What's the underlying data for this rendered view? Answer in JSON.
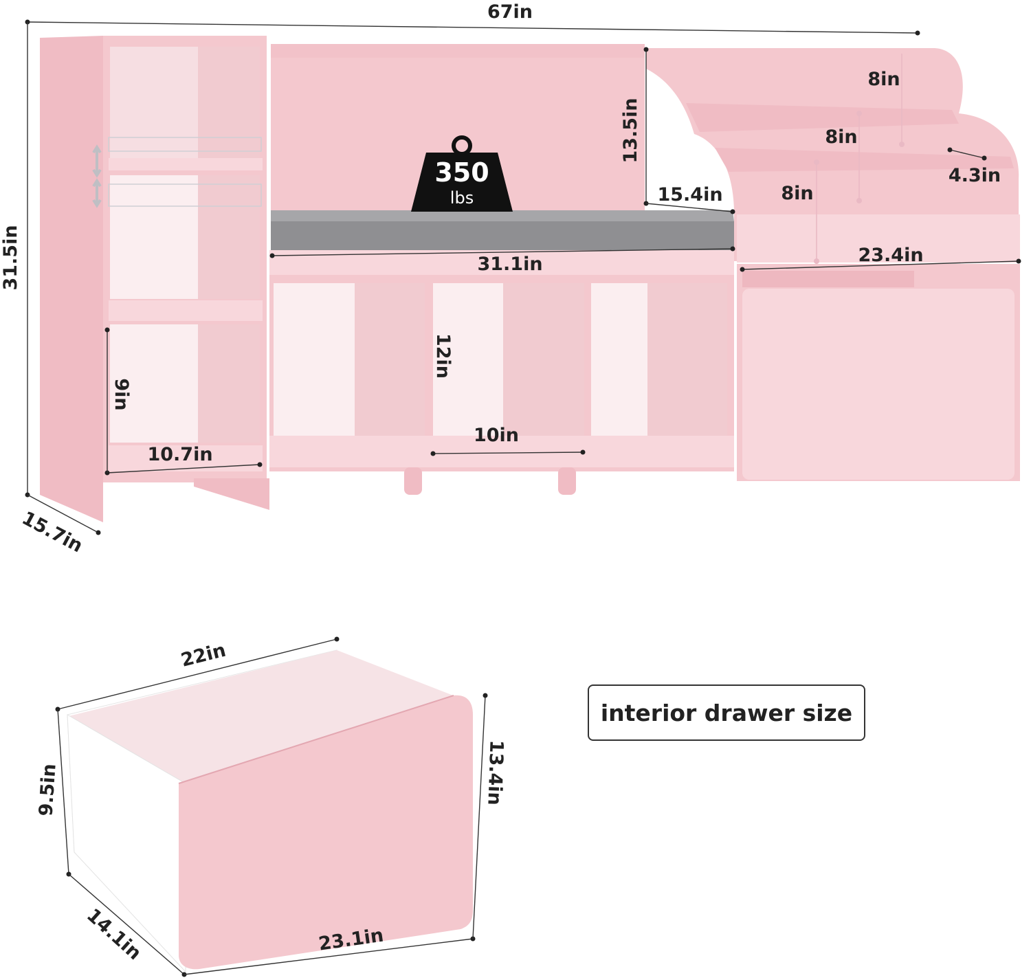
{
  "dimensions": {
    "total_width": "67in",
    "total_height": "31.5in",
    "depth": "15.7in",
    "backrest_height": "13.5in",
    "seat_depth": "15.4in",
    "seat_width": "31.1in",
    "shelf_top": "8in",
    "shelf_mid": "8in",
    "shelf_low": "8in",
    "shelf_depth": "4.3in",
    "book_width": "23.4in",
    "cubby_height": "12in",
    "cubby_width": "10in",
    "side_cubby_height": "9in",
    "side_cubby_width": "10.7in"
  },
  "weight_badge": {
    "value": "350",
    "unit": "lbs"
  },
  "drawer": {
    "label": "interior drawer size",
    "width_top": "22in",
    "height_back": "9.5in",
    "height_front": "13.4in",
    "depth": "14.1in",
    "width_bottom": "23.1in"
  },
  "colors": {
    "primary": "#f4c8ce",
    "cushion": "#8f8f92",
    "text": "#222222"
  }
}
